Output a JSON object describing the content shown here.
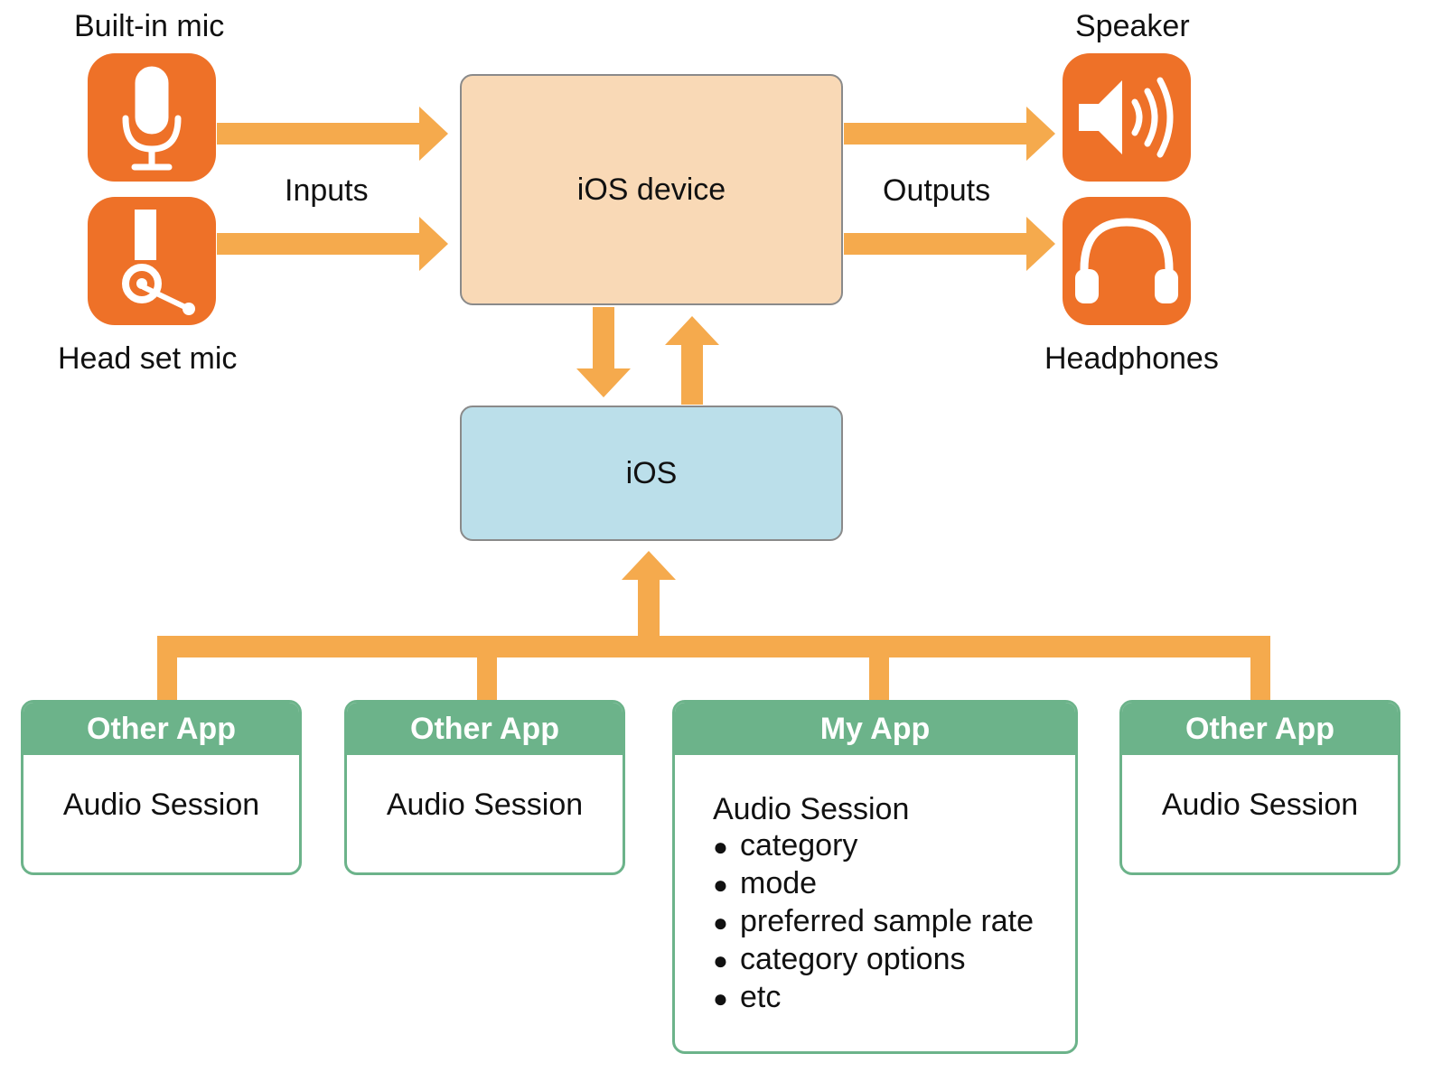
{
  "colors": {
    "icon_orange": "#ee7128",
    "arrow_orange": "#f5aa4d",
    "device_fill": "#f9d9b6",
    "os_fill": "#bbdfea",
    "app_green": "#6cb38a"
  },
  "inputs": {
    "label": "Inputs",
    "builtin_mic": {
      "label": "Built-in mic",
      "icon": "microphone-icon"
    },
    "headset_mic": {
      "label": "Head set mic",
      "icon": "headset-mic-icon"
    }
  },
  "outputs": {
    "label": "Outputs",
    "speaker": {
      "label": "Speaker",
      "icon": "speaker-icon"
    },
    "headphones": {
      "label": "Headphones",
      "icon": "headphones-icon"
    }
  },
  "device": {
    "label": "iOS device"
  },
  "os": {
    "label": "iOS"
  },
  "apps": [
    {
      "title": "Other App",
      "session": "Audio Session"
    },
    {
      "title": "Other App",
      "session": "Audio Session"
    },
    {
      "title": "My App",
      "session": "Audio Session",
      "properties": [
        "category",
        "mode",
        "preferred sample rate",
        "category options",
        "etc"
      ]
    },
    {
      "title": "Other App",
      "session": "Audio Session"
    }
  ]
}
